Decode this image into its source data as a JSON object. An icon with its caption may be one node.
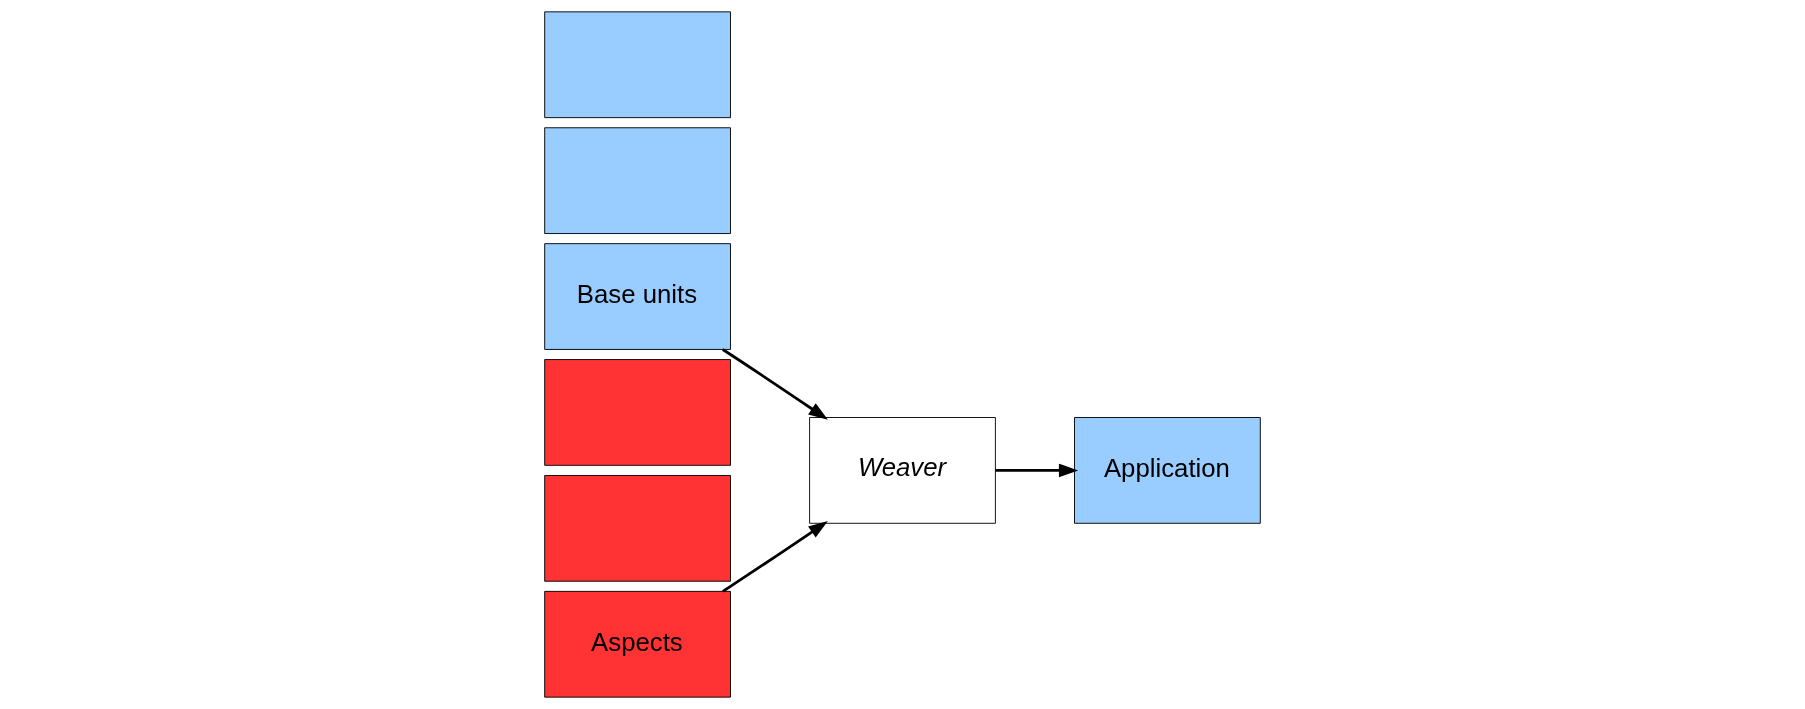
{
  "diagram": {
    "nodes": [
      {
        "text": [],
        "shape": "box"
      },
      {
        "text": [],
        "shape": "box"
      },
      {
        "text": [
          "Base units"
        ]
      },
      {
        "text": [],
        "shape": "box"
      },
      {
        "text": [],
        "shape": "box"
      },
      {
        "text": [
          "Aspects"
        ]
      },
      {
        "text": [
          "Weaver"
        ]
      },
      {
        "text": [
          "Application"
        ]
      }
    ],
    "edges": [
      {
        "from": 2,
        "to": 6,
        "arrow": "to"
      },
      {
        "from": 5,
        "to": 6,
        "arrow": "to"
      },
      {
        "from": 6,
        "to": 7,
        "arrow": "to"
      }
    ]
  }
}
